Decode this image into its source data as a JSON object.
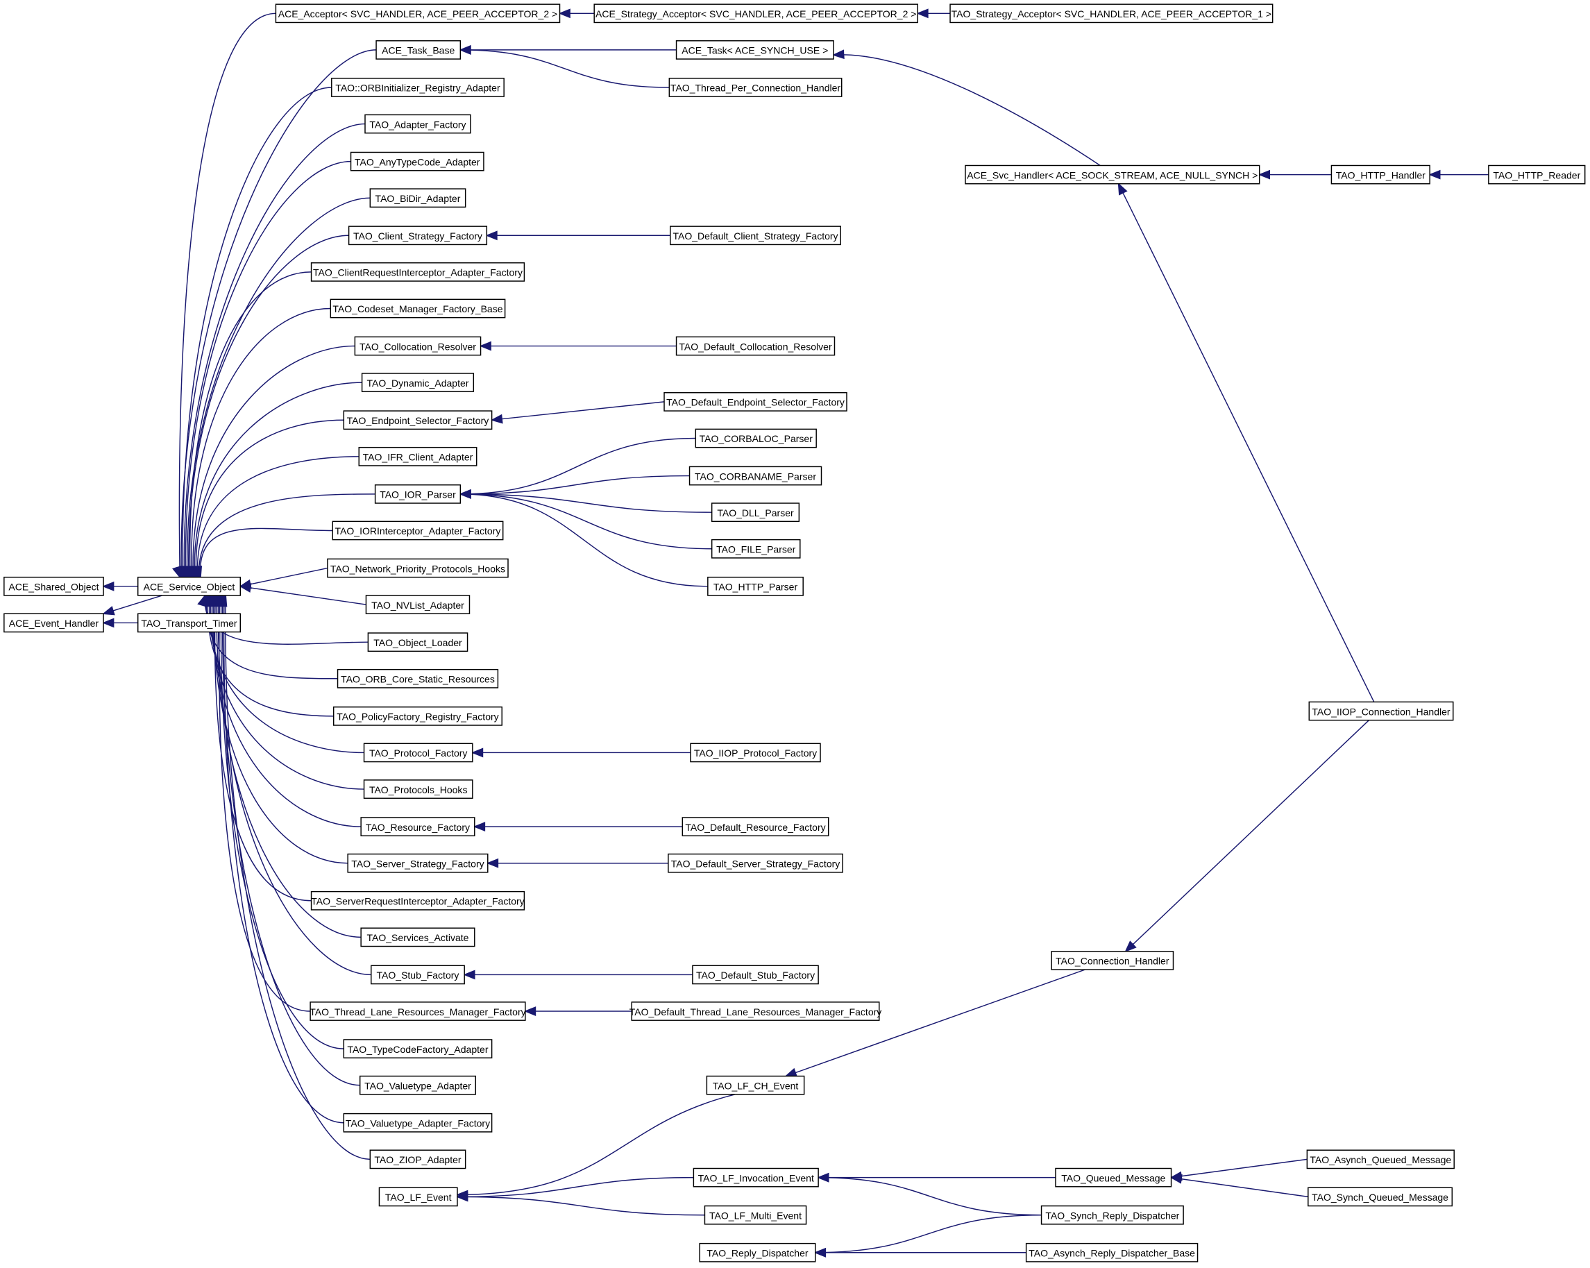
{
  "colors": {
    "edge": "#191970",
    "box_border": "#000000",
    "background": "#ffffff"
  },
  "nodes": [
    {
      "id": "ace_acceptor",
      "label": "ACE_Acceptor< SVC_HANDLER, ACE_PEER_ACCEPTOR_2 >"
    },
    {
      "id": "ace_strategy_acceptor",
      "label": "ACE_Strategy_Acceptor< SVC_HANDLER, ACE_PEER_ACCEPTOR_2 >"
    },
    {
      "id": "tao_strategy_acceptor",
      "label": "TAO_Strategy_Acceptor< SVC_HANDLER, ACE_PEER_ACCEPTOR_1 >"
    },
    {
      "id": "ace_task_base",
      "label": "ACE_Task_Base"
    },
    {
      "id": "ace_task",
      "label": "ACE_Task< ACE_SYNCH_USE >"
    },
    {
      "id": "thread_per_conn",
      "label": "TAO_Thread_Per_Connection_Handler"
    },
    {
      "id": "orbinit_adapter",
      "label": "TAO::ORBInitializer_Registry_Adapter"
    },
    {
      "id": "adapter_factory",
      "label": "TAO_Adapter_Factory"
    },
    {
      "id": "anytypecode",
      "label": "TAO_AnyTypeCode_Adapter"
    },
    {
      "id": "bidir",
      "label": "TAO_BiDir_Adapter"
    },
    {
      "id": "client_strategy",
      "label": "TAO_Client_Strategy_Factory"
    },
    {
      "id": "def_client_strategy",
      "label": "TAO_Default_Client_Strategy_Factory"
    },
    {
      "id": "client_ri",
      "label": "TAO_ClientRequestInterceptor_Adapter_Factory"
    },
    {
      "id": "codeset",
      "label": "TAO_Codeset_Manager_Factory_Base"
    },
    {
      "id": "colloc",
      "label": "TAO_Collocation_Resolver"
    },
    {
      "id": "def_colloc",
      "label": "TAO_Default_Collocation_Resolver"
    },
    {
      "id": "dynamic",
      "label": "TAO_Dynamic_Adapter"
    },
    {
      "id": "endpoint_sel",
      "label": "TAO_Endpoint_Selector_Factory"
    },
    {
      "id": "def_endpoint_sel",
      "label": "TAO_Default_Endpoint_Selector_Factory"
    },
    {
      "id": "ifr",
      "label": "TAO_IFR_Client_Adapter"
    },
    {
      "id": "corbaloc",
      "label": "TAO_CORBALOC_Parser"
    },
    {
      "id": "corbaname",
      "label": "TAO_CORBANAME_Parser"
    },
    {
      "id": "ior_parser",
      "label": "TAO_IOR_Parser"
    },
    {
      "id": "dll_parser",
      "label": "TAO_DLL_Parser"
    },
    {
      "id": "iori",
      "label": "TAO_IORInterceptor_Adapter_Factory"
    },
    {
      "id": "file_parser",
      "label": "TAO_FILE_Parser"
    },
    {
      "id": "shared_object",
      "label": "ACE_Shared_Object"
    },
    {
      "id": "service_object",
      "label": "ACE_Service_Object"
    },
    {
      "id": "netprio",
      "label": "TAO_Network_Priority_Protocols_Hooks"
    },
    {
      "id": "http_parser",
      "label": "TAO_HTTP_Parser"
    },
    {
      "id": "event_handler",
      "label": "ACE_Event_Handler"
    },
    {
      "id": "transport_timer",
      "label": "TAO_Transport_Timer"
    },
    {
      "id": "nvlist",
      "label": "TAO_NVList_Adapter"
    },
    {
      "id": "object_loader",
      "label": "TAO_Object_Loader"
    },
    {
      "id": "orb_core_static",
      "label": "TAO_ORB_Core_Static_Resources"
    },
    {
      "id": "policy_factory",
      "label": "TAO_PolicyFactory_Registry_Factory"
    },
    {
      "id": "protocol_factory",
      "label": "TAO_Protocol_Factory"
    },
    {
      "id": "iiop_protocol_factory",
      "label": "TAO_IIOP_Protocol_Factory"
    },
    {
      "id": "protocols_hooks",
      "label": "TAO_Protocols_Hooks"
    },
    {
      "id": "resource_factory",
      "label": "TAO_Resource_Factory"
    },
    {
      "id": "def_resource_factory",
      "label": "TAO_Default_Resource_Factory"
    },
    {
      "id": "server_strategy",
      "label": "TAO_Server_Strategy_Factory"
    },
    {
      "id": "def_server_strategy",
      "label": "TAO_Default_Server_Strategy_Factory"
    },
    {
      "id": "server_ri",
      "label": "TAO_ServerRequestInterceptor_Adapter_Factory"
    },
    {
      "id": "services_activate",
      "label": "TAO_Services_Activate"
    },
    {
      "id": "stub_factory",
      "label": "TAO_Stub_Factory"
    },
    {
      "id": "def_stub_factory",
      "label": "TAO_Default_Stub_Factory"
    },
    {
      "id": "tlrm_factory",
      "label": "TAO_Thread_Lane_Resources_Manager_Factory"
    },
    {
      "id": "def_tlrm_factory",
      "label": "TAO_Default_Thread_Lane_Resources_Manager_Factory"
    },
    {
      "id": "typecode_factory",
      "label": "TAO_TypeCodeFactory_Adapter"
    },
    {
      "id": "valuetype",
      "label": "TAO_Valuetype_Adapter"
    },
    {
      "id": "valuetype_factory",
      "label": "TAO_Valuetype_Adapter_Factory"
    },
    {
      "id": "ziop",
      "label": "TAO_ZIOP_Adapter"
    },
    {
      "id": "lf_event",
      "label": "TAO_LF_Event"
    },
    {
      "id": "lf_ch_event",
      "label": "TAO_LF_CH_Event"
    },
    {
      "id": "lf_invocation",
      "label": "TAO_LF_Invocation_Event"
    },
    {
      "id": "lf_multi",
      "label": "TAO_LF_Multi_Event"
    },
    {
      "id": "reply_dispatcher",
      "label": "TAO_Reply_Dispatcher"
    },
    {
      "id": "queued_message",
      "label": "TAO_Queued_Message"
    },
    {
      "id": "synch_reply",
      "label": "TAO_Synch_Reply_Dispatcher"
    },
    {
      "id": "asynch_reply_base",
      "label": "TAO_Asynch_Reply_Dispatcher_Base"
    },
    {
      "id": "asynch_queued",
      "label": "TAO_Asynch_Queued_Message"
    },
    {
      "id": "synch_queued",
      "label": "TAO_Synch_Queued_Message"
    },
    {
      "id": "connection_handler",
      "label": "TAO_Connection_Handler"
    },
    {
      "id": "iiop_conn_handler",
      "label": "TAO_IIOP_Connection_Handler"
    },
    {
      "id": "svc_handler",
      "label": "ACE_Svc_Handler< ACE_SOCK_STREAM, ACE_NULL_SYNCH >"
    },
    {
      "id": "http_handler",
      "label": "TAO_HTTP_Handler"
    },
    {
      "id": "http_reader",
      "label": "TAO_HTTP_Reader"
    }
  ],
  "edges": [
    [
      "service_object",
      "shared_object"
    ],
    [
      "service_object",
      "event_handler"
    ],
    [
      "transport_timer",
      "event_handler"
    ],
    [
      "ace_acceptor",
      "service_object"
    ],
    [
      "ace_task_base",
      "service_object"
    ],
    [
      "orbinit_adapter",
      "service_object"
    ],
    [
      "adapter_factory",
      "service_object"
    ],
    [
      "anytypecode",
      "service_object"
    ],
    [
      "bidir",
      "service_object"
    ],
    [
      "client_strategy",
      "service_object"
    ],
    [
      "client_ri",
      "service_object"
    ],
    [
      "codeset",
      "service_object"
    ],
    [
      "colloc",
      "service_object"
    ],
    [
      "dynamic",
      "service_object"
    ],
    [
      "endpoint_sel",
      "service_object"
    ],
    [
      "ifr",
      "service_object"
    ],
    [
      "ior_parser",
      "service_object"
    ],
    [
      "iori",
      "service_object"
    ],
    [
      "netprio",
      "service_object"
    ],
    [
      "nvlist",
      "service_object"
    ],
    [
      "object_loader",
      "service_object"
    ],
    [
      "orb_core_static",
      "service_object"
    ],
    [
      "policy_factory",
      "service_object"
    ],
    [
      "protocol_factory",
      "service_object"
    ],
    [
      "protocols_hooks",
      "service_object"
    ],
    [
      "resource_factory",
      "service_object"
    ],
    [
      "server_strategy",
      "service_object"
    ],
    [
      "server_ri",
      "service_object"
    ],
    [
      "services_activate",
      "service_object"
    ],
    [
      "stub_factory",
      "service_object"
    ],
    [
      "tlrm_factory",
      "service_object"
    ],
    [
      "typecode_factory",
      "service_object"
    ],
    [
      "valuetype",
      "service_object"
    ],
    [
      "valuetype_factory",
      "service_object"
    ],
    [
      "ziop",
      "service_object"
    ],
    [
      "ace_strategy_acceptor",
      "ace_acceptor"
    ],
    [
      "tao_strategy_acceptor",
      "ace_strategy_acceptor"
    ],
    [
      "ace_task",
      "ace_task_base"
    ],
    [
      "thread_per_conn",
      "ace_task_base"
    ],
    [
      "svc_handler",
      "ace_task"
    ],
    [
      "http_handler",
      "svc_handler"
    ],
    [
      "http_reader",
      "http_handler"
    ],
    [
      "iiop_conn_handler",
      "svc_handler"
    ],
    [
      "iiop_conn_handler",
      "connection_handler"
    ],
    [
      "connection_handler",
      "lf_ch_event"
    ],
    [
      "def_client_strategy",
      "client_strategy"
    ],
    [
      "def_colloc",
      "colloc"
    ],
    [
      "def_endpoint_sel",
      "endpoint_sel"
    ],
    [
      "corbaloc",
      "ior_parser"
    ],
    [
      "corbaname",
      "ior_parser"
    ],
    [
      "dll_parser",
      "ior_parser"
    ],
    [
      "file_parser",
      "ior_parser"
    ],
    [
      "http_parser",
      "ior_parser"
    ],
    [
      "iiop_protocol_factory",
      "protocol_factory"
    ],
    [
      "def_resource_factory",
      "resource_factory"
    ],
    [
      "def_server_strategy",
      "server_strategy"
    ],
    [
      "def_stub_factory",
      "stub_factory"
    ],
    [
      "def_tlrm_factory",
      "tlrm_factory"
    ],
    [
      "lf_ch_event",
      "lf_event"
    ],
    [
      "lf_invocation",
      "lf_event"
    ],
    [
      "lf_multi",
      "lf_event"
    ],
    [
      "queued_message",
      "lf_invocation"
    ],
    [
      "synch_reply",
      "lf_invocation"
    ],
    [
      "synch_reply",
      "reply_dispatcher"
    ],
    [
      "asynch_reply_base",
      "reply_dispatcher"
    ],
    [
      "asynch_queued",
      "queued_message"
    ],
    [
      "synch_queued",
      "queued_message"
    ]
  ]
}
